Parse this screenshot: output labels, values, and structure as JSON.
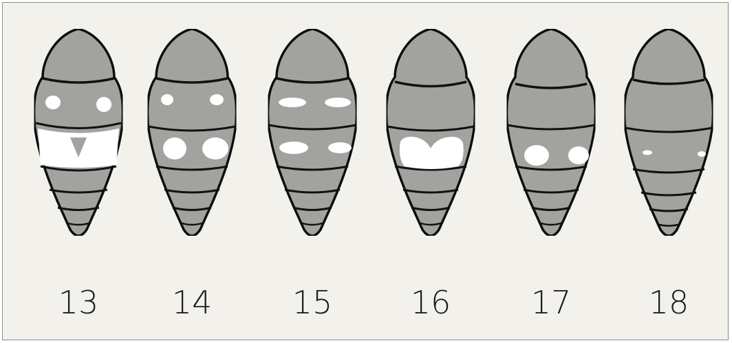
{
  "plate": {
    "specimens": [
      {
        "label": "13",
        "pattern": "pair-dots-top, wide-band-notched"
      },
      {
        "label": "14",
        "pattern": "pair-dots-top, pair-large-spots"
      },
      {
        "label": "15",
        "pattern": "pair-bars-top, pair-bars-middle"
      },
      {
        "label": "16",
        "pattern": "band-notched-middle"
      },
      {
        "label": "17",
        "pattern": "pair-large-spots-middle"
      },
      {
        "label": "18",
        "pattern": "tiny-dots-middle"
      }
    ]
  },
  "colors": {
    "background": "#f3f1ec",
    "body_fill": "#a9a9a6",
    "outline": "#111111",
    "spot": "#ffffff"
  }
}
